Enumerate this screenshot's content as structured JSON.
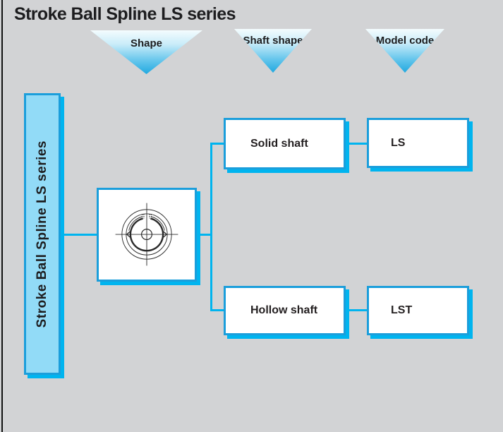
{
  "page": {
    "title": "Stroke Ball Spline LS series"
  },
  "funnel": {
    "items": [
      {
        "label": "Shape"
      },
      {
        "label": "Shaft shape"
      },
      {
        "label": "Model code"
      }
    ]
  },
  "flow": {
    "series_label": "Stroke Ball Spline LS series",
    "shape_icon": "ball-spline-nut-cross-section",
    "branches": [
      {
        "shaft_shape": "Solid shaft",
        "model_code": "LS"
      },
      {
        "shaft_shape": "Hollow shaft",
        "model_code": "LST"
      }
    ]
  },
  "colors": {
    "background": "#d2d3d5",
    "accent_border": "#1b9edb",
    "accent_shadow": "#00b4ef",
    "bar_fill": "#92dbf7",
    "triangle_top": "#f4fcfe",
    "triangle_bottom": "#21a9e0",
    "text": "#231f20"
  }
}
